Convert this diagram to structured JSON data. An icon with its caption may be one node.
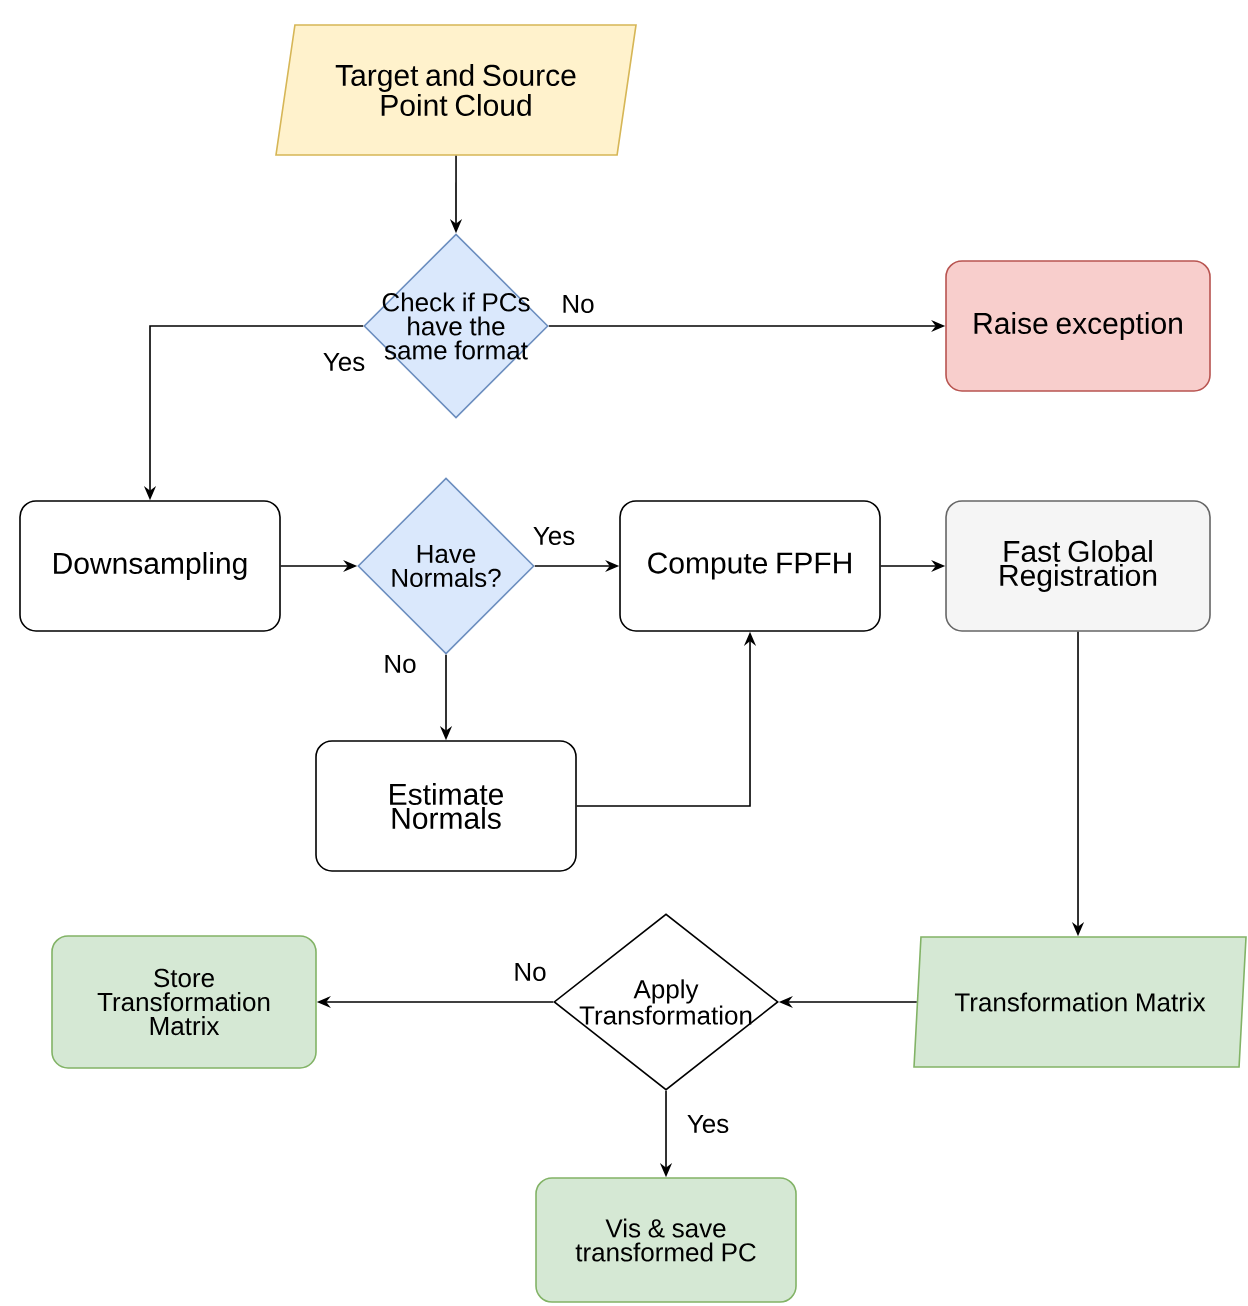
{
  "diagram": {
    "nodes": [
      {
        "text": [
          "Target and Source Point Cloud"
        ]
      },
      {
        "text": [
          "Check if PCs have the same format"
        ]
      },
      {
        "text": [
          "Raise exception"
        ]
      },
      {
        "text": [
          "Downsampling"
        ]
      },
      {
        "text": [
          "Have Normals?"
        ]
      },
      {
        "text": [
          "Compute FPFH"
        ]
      },
      {
        "text": [
          "Fast Global Registration"
        ]
      },
      {
        "text": [
          "Estimate Normals"
        ]
      },
      {
        "text": [
          "Transformation Matrix"
        ]
      },
      {
        "text": [
          "Apply Transformation"
        ]
      },
      {
        "text": [
          "Store Transformation Matrix"
        ]
      },
      {
        "text": [
          "Vis & save transformed PC"
        ]
      }
    ],
    "edges": [
      {
        "from": 0,
        "to": 1,
        "arrow": "to"
      },
      {
        "from": 1,
        "to": 2,
        "arrow": "to",
        "label": "No"
      },
      {
        "from": 1,
        "to": 3,
        "arrow": "to",
        "label": "Yes"
      },
      {
        "from": 3,
        "to": 4,
        "arrow": "to"
      },
      {
        "from": 4,
        "to": 5,
        "arrow": "to",
        "label": "Yes"
      },
      {
        "from": 4,
        "to": 7,
        "arrow": "to",
        "label": "No"
      },
      {
        "from": 7,
        "to": 5,
        "arrow": "to"
      },
      {
        "from": 5,
        "to": 6,
        "arrow": "to"
      },
      {
        "from": 6,
        "to": 8,
        "arrow": "to"
      },
      {
        "from": 8,
        "to": 9,
        "arrow": "to"
      },
      {
        "from": 9,
        "to": 10,
        "arrow": "to",
        "label": "No"
      },
      {
        "from": 9,
        "to": 11,
        "arrow": "to",
        "label": "Yes"
      }
    ]
  }
}
